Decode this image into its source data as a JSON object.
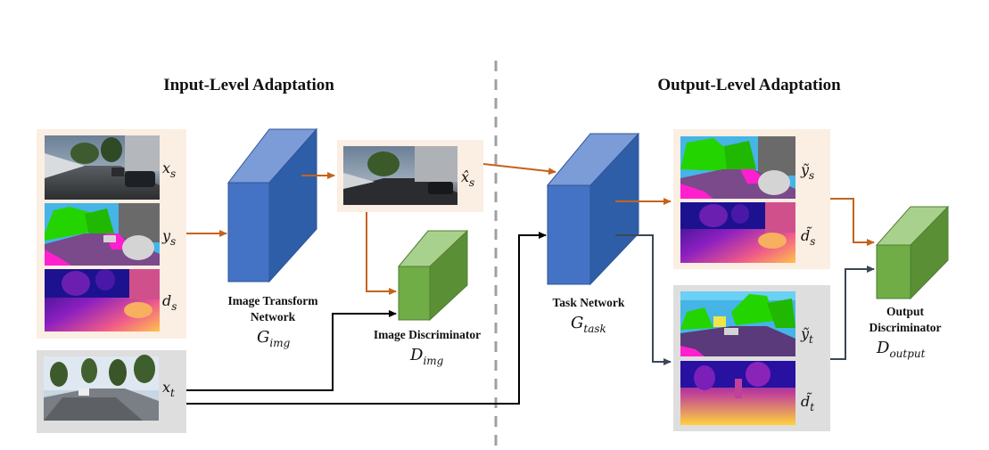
{
  "titles": {
    "input_level": "Input-Level Adaptation",
    "output_level": "Output-Level Adaptation"
  },
  "source_images": {
    "x": "x",
    "x_sub": "s",
    "y": "y",
    "y_sub": "s",
    "d": "d",
    "d_sub": "s"
  },
  "target_image": {
    "x": "x",
    "x_sub": "t"
  },
  "translated_image": {
    "x": "x̂",
    "x_sub": "s"
  },
  "image_transform": {
    "label_line1": "Image Transform",
    "label_line2": "Network",
    "symbol": "G",
    "symbol_sub": "img"
  },
  "image_discriminator": {
    "label": "Image Discriminator",
    "symbol": "D",
    "symbol_sub": "img"
  },
  "task_network": {
    "label": "Task Network",
    "symbol": "G",
    "symbol_sub": "task"
  },
  "source_predictions": {
    "y": "ỹ",
    "y_sub": "s",
    "d": "d̃",
    "d_sub": "s"
  },
  "target_predictions": {
    "y": "ỹ",
    "y_sub": "t",
    "d": "d̃",
    "d_sub": "t"
  },
  "output_discriminator": {
    "label_line1": "Output",
    "label_line2": "Discriminator",
    "symbol": "D",
    "symbol_sub": "output"
  },
  "colors": {
    "source_panel": "#fbeee2",
    "target_panel": "#dedede",
    "blue_front": "#4472c4",
    "green_front": "#70ad47",
    "orange_arrow": "#c5631c",
    "dark_arrow": "#000000",
    "blue_gray_arrow": "#3b4656"
  }
}
